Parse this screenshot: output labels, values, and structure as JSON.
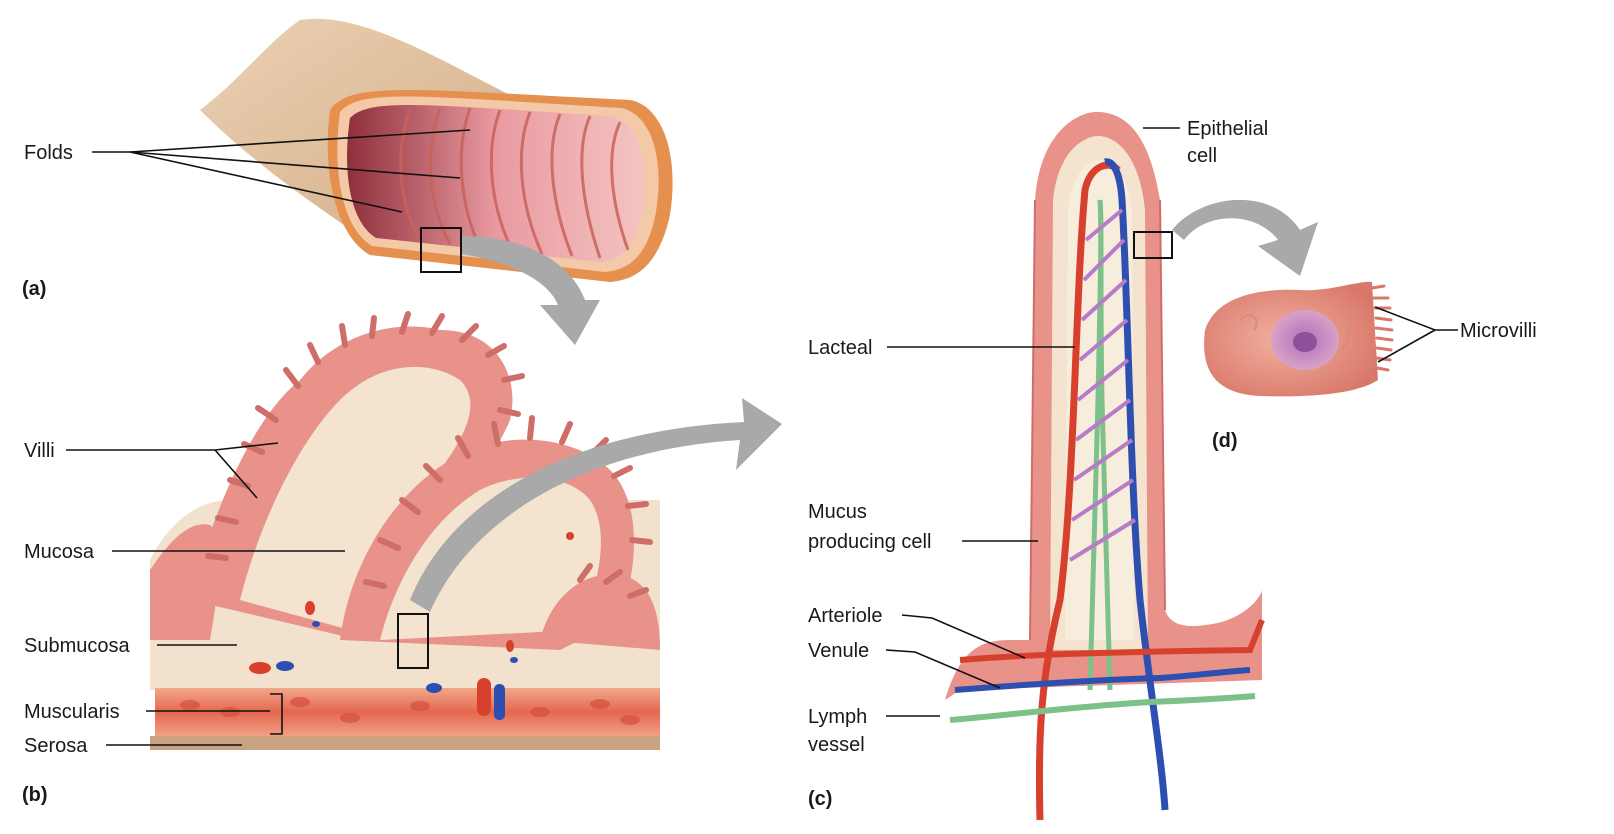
{
  "labels": {
    "folds": "Folds",
    "villi": "Villi",
    "mucosa": "Mucosa",
    "submucosa": "Submucosa",
    "muscularis": "Muscularis",
    "serosa": "Serosa",
    "epithelial_1": "Epithelial",
    "epithelial_2": "cell",
    "lacteal": "Lacteal",
    "mucus_1": "Mucus",
    "mucus_2": "producing cell",
    "arteriole": "Arteriole",
    "venule": "Venule",
    "lymph_1": "Lymph",
    "lymph_2": "vessel",
    "microvilli": "Microvilli"
  },
  "panels": {
    "a": "(a)",
    "b": "(b)",
    "c": "(c)",
    "d": "(d)"
  },
  "colors": {
    "tissue_pink": "#e8928a",
    "tissue_dark": "#c9625c",
    "core_cream": "#f3e3cf",
    "muscle_red": "#e2604c",
    "artery_red": "#d8402e",
    "vein_blue": "#2d4fb0",
    "lymph_green": "#7cc08a",
    "arrow_gray": "#a9a9a9",
    "tan_outer": "#d9b48d"
  }
}
